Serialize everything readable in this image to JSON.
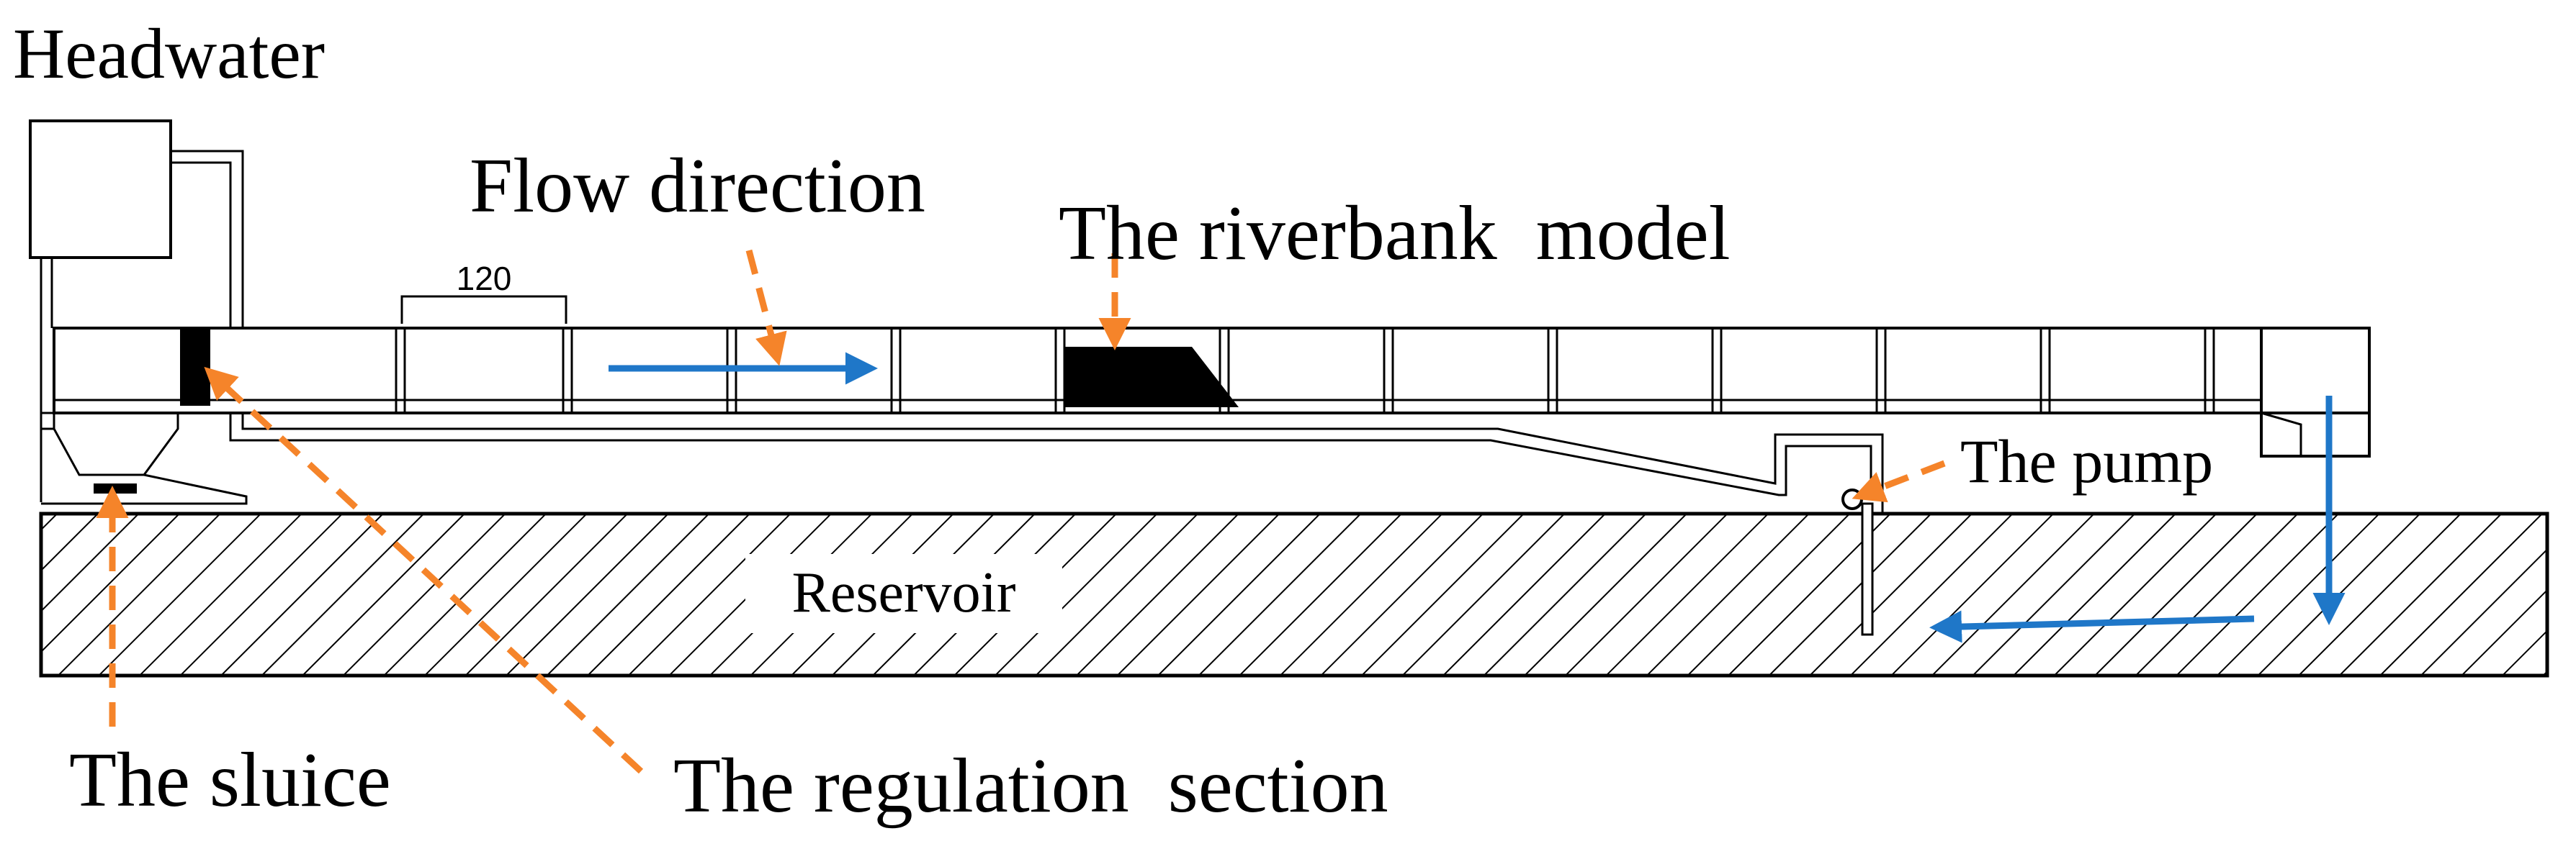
{
  "labels": {
    "headwater": "Headwater",
    "flow_direction": "Flow direction",
    "riverbank_model": "The riverbank  model",
    "pump": "The pump",
    "reservoir": "Reservoir",
    "sluice": "The sluice",
    "regulation_section": "The regulation  section",
    "dimension": "120"
  },
  "colors": {
    "arrow_blue": "#1f77c8",
    "pointer_orange": "#f5842a",
    "line": "#000000",
    "background": "#ffffff"
  }
}
